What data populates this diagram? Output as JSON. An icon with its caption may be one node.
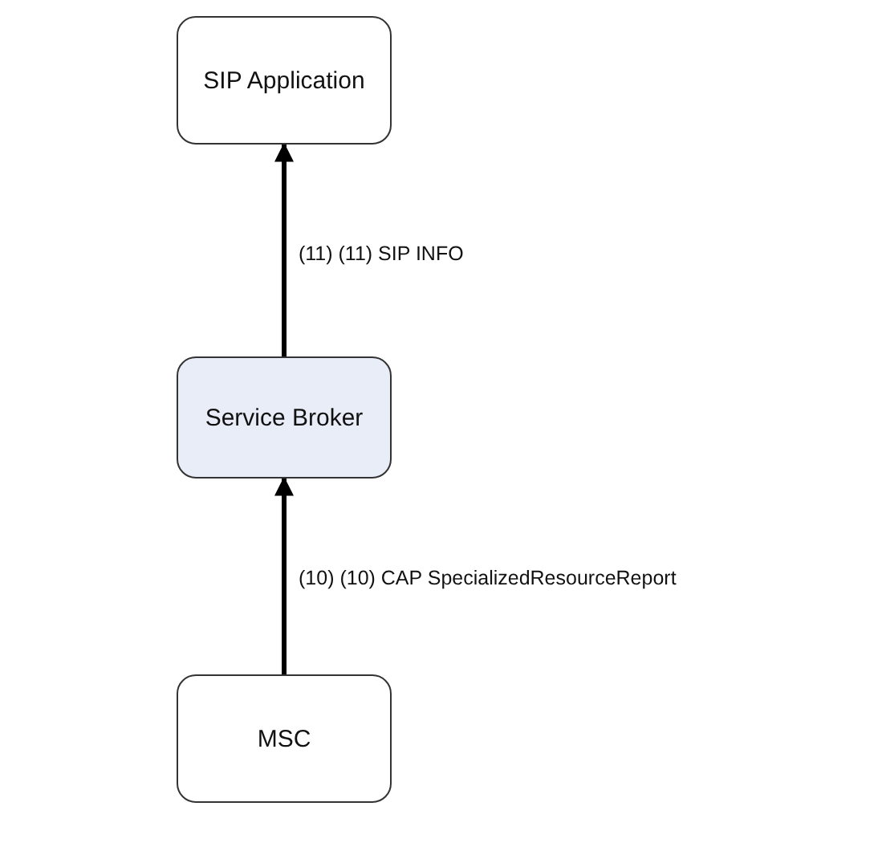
{
  "diagram": {
    "nodes": [
      {
        "text": [
          "SIP Application"
        ]
      },
      {
        "text": [
          "Service Broker"
        ]
      },
      {
        "text": [
          "MSC"
        ]
      }
    ],
    "edges": [
      {
        "from": 1,
        "to": 0,
        "arrow": "to",
        "label": "(11) (11) SIP INFO"
      },
      {
        "from": 2,
        "to": 1,
        "arrow": "to",
        "label": "(10) (10) CAP SpecializedResourceReport"
      }
    ]
  }
}
